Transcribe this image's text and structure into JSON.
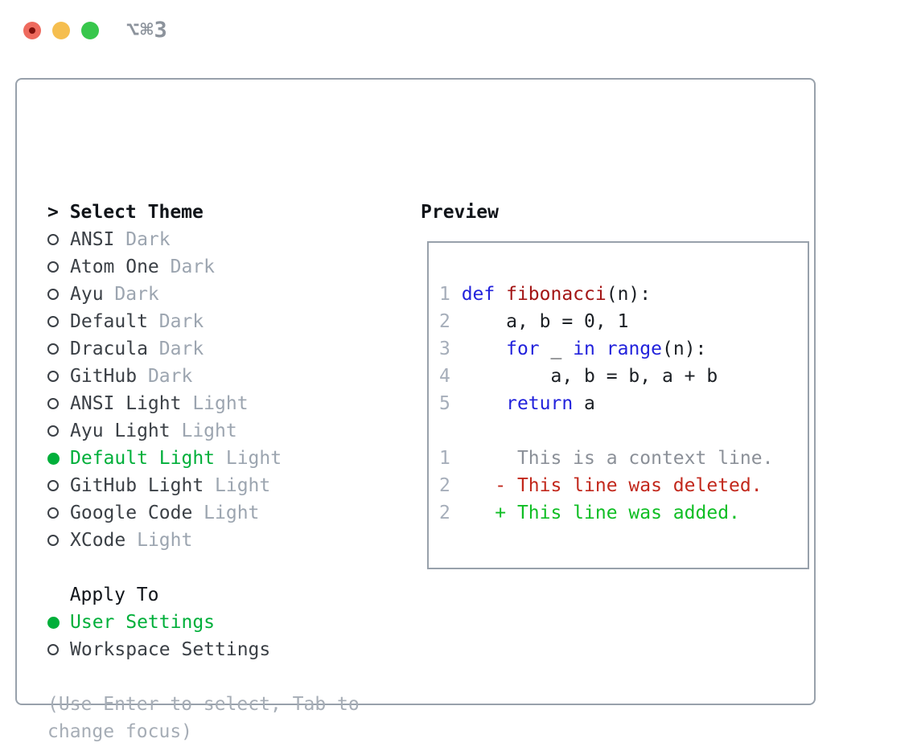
{
  "window": {
    "shortcut_label": "⌥⌘3"
  },
  "colors": {
    "tlRed": "#EE6A5E",
    "tlRedDot": "#7F100C",
    "tlYellow": "#F5BE4F",
    "tlGreen": "#38C74C",
    "shortcut": "#8C939C",
    "border": "#98A1AB",
    "header": "#101419",
    "item": "#3B4046",
    "badge": "#9CA5B0",
    "green": "#00AF3A",
    "hint": "#A6ADB6",
    "fg": "#1B1F24",
    "kw": "#2222DC",
    "fn": "#A31515",
    "ctx": "#8B9098",
    "del": "#C2281C",
    "add": "#0FBE24",
    "lineNo": "#A6AEBA"
  },
  "theme_list": {
    "header_line": "> Select Theme",
    "items": [
      {
        "label": "ANSI",
        "badge": "Dark",
        "selected": false
      },
      {
        "label": "Atom One",
        "badge": "Dark",
        "selected": false
      },
      {
        "label": "Ayu",
        "badge": "Dark",
        "selected": false
      },
      {
        "label": "Default",
        "badge": "Dark",
        "selected": false
      },
      {
        "label": "Dracula",
        "badge": "Dark",
        "selected": false
      },
      {
        "label": "GitHub",
        "badge": "Dark",
        "selected": false
      },
      {
        "label": "ANSI Light",
        "badge": "Light",
        "selected": false
      },
      {
        "label": "Ayu Light",
        "badge": "Light",
        "selected": false
      },
      {
        "label": "Default Light",
        "badge": "Light",
        "selected": true
      },
      {
        "label": "GitHub Light",
        "badge": "Light",
        "selected": false
      },
      {
        "label": "Google Code",
        "badge": "Light",
        "selected": false
      },
      {
        "label": "XCode",
        "badge": "Light",
        "selected": false
      }
    ]
  },
  "apply_to": {
    "header": "Apply To",
    "options": [
      {
        "label": "User Settings",
        "selected": true
      },
      {
        "label": "Workspace Settings",
        "selected": false
      }
    ]
  },
  "hint_lines": [
    "(Use Enter to select, Tab to",
    "change focus)"
  ],
  "preview": {
    "header": "Preview",
    "lines": [
      {
        "num": "1",
        "segments": [
          {
            "t": "def ",
            "c": "kw"
          },
          {
            "t": "fibonacci",
            "c": "fn"
          },
          {
            "t": "(n):",
            "c": "fg"
          }
        ]
      },
      {
        "num": "2",
        "segments": [
          {
            "t": "    a, b = 0, 1",
            "c": "fg"
          }
        ]
      },
      {
        "num": "3",
        "segments": [
          {
            "t": "    ",
            "c": "fg"
          },
          {
            "t": "for",
            "c": "kw"
          },
          {
            "t": " _ ",
            "c": "fg"
          },
          {
            "t": "in",
            "c": "kw"
          },
          {
            "t": " ",
            "c": "fg"
          },
          {
            "t": "range",
            "c": "kw"
          },
          {
            "t": "(n):",
            "c": "fg"
          }
        ]
      },
      {
        "num": "4",
        "segments": [
          {
            "t": "        a, b = b, a + b",
            "c": "fg"
          }
        ]
      },
      {
        "num": "5",
        "segments": [
          {
            "t": "    ",
            "c": "fg"
          },
          {
            "t": "return",
            "c": "kw"
          },
          {
            "t": " a",
            "c": "fg"
          }
        ]
      },
      {
        "num": "",
        "segments": []
      },
      {
        "num": "1",
        "segments": [
          {
            "t": "     This is a context line.",
            "c": "ctx"
          }
        ]
      },
      {
        "num": "2",
        "segments": [
          {
            "t": "   - This line was deleted.",
            "c": "del"
          }
        ]
      },
      {
        "num": "2",
        "segments": [
          {
            "t": "   + This line was added.",
            "c": "add"
          }
        ]
      }
    ]
  }
}
